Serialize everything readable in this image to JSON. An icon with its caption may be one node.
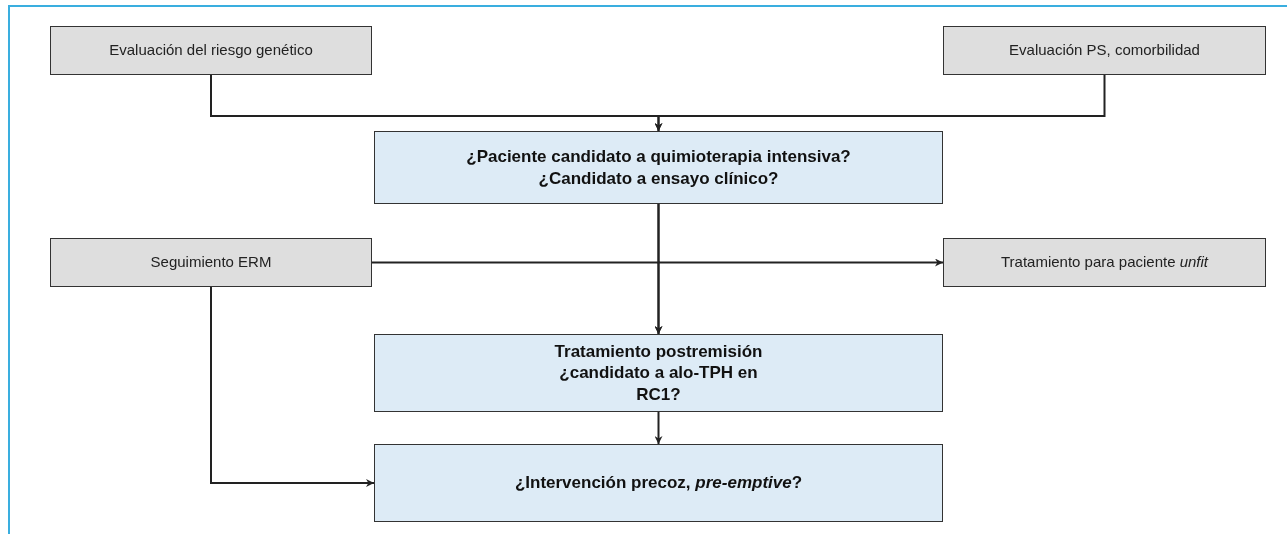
{
  "diagram": {
    "nodes": [
      {
        "text": [
          "Evaluación del riesgo genético"
        ]
      },
      {
        "text": [
          "Evaluación PS, comorbilidad"
        ]
      },
      {
        "text": [
          "¿Paciente candidato a quimioterapia intensiva? ¿Candidato a ensayo clínico?"
        ]
      },
      {
        "text": [
          "Seguimiento ERM"
        ]
      },
      {
        "text": [
          "Tratamiento para paciente *unfit*"
        ]
      },
      {
        "text": [
          "Tratamiento postremisión ¿candidato a alo-TPH en RC1?"
        ]
      },
      {
        "text": [
          "¿Intervención precoz, *pre-emptive*?"
        ]
      }
    ],
    "edges": [
      {
        "from": 0,
        "to": 2,
        "arrow": "to"
      },
      {
        "from": 1,
        "to": 2,
        "arrow": "to"
      },
      {
        "from": 2,
        "to": 5,
        "arrow": "to"
      },
      {
        "from": 2,
        "to": 4,
        "arrow": "to"
      },
      {
        "from": 3,
        "to": 5,
        "arrow": "to"
      },
      {
        "from": 5,
        "to": 6,
        "arrow": "to"
      },
      {
        "from": 3,
        "to": 6,
        "arrow": "to"
      }
    ]
  }
}
